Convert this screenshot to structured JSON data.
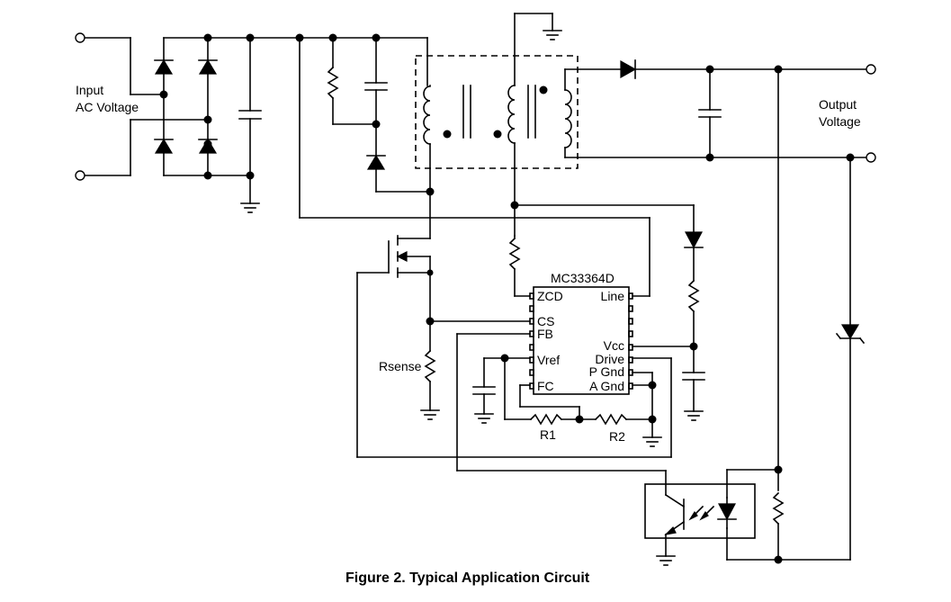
{
  "labels": {
    "input_line1": "Input",
    "input_line2": "AC Voltage",
    "output_line1": "Output",
    "output_line2": "Voltage",
    "ic_name": "MC33364D",
    "rsense": "Rsense",
    "r1": "R1",
    "r2": "R2",
    "caption": "Figure 2. Typical Application Circuit"
  },
  "ic_pins": {
    "zcd": "ZCD",
    "cs": "CS",
    "fb": "FB",
    "vref": "Vref",
    "fc": "FC",
    "line": "Line",
    "vcc": "Vcc",
    "drive": "Drive",
    "pgnd": "P Gnd",
    "agnd": "A Gnd"
  }
}
